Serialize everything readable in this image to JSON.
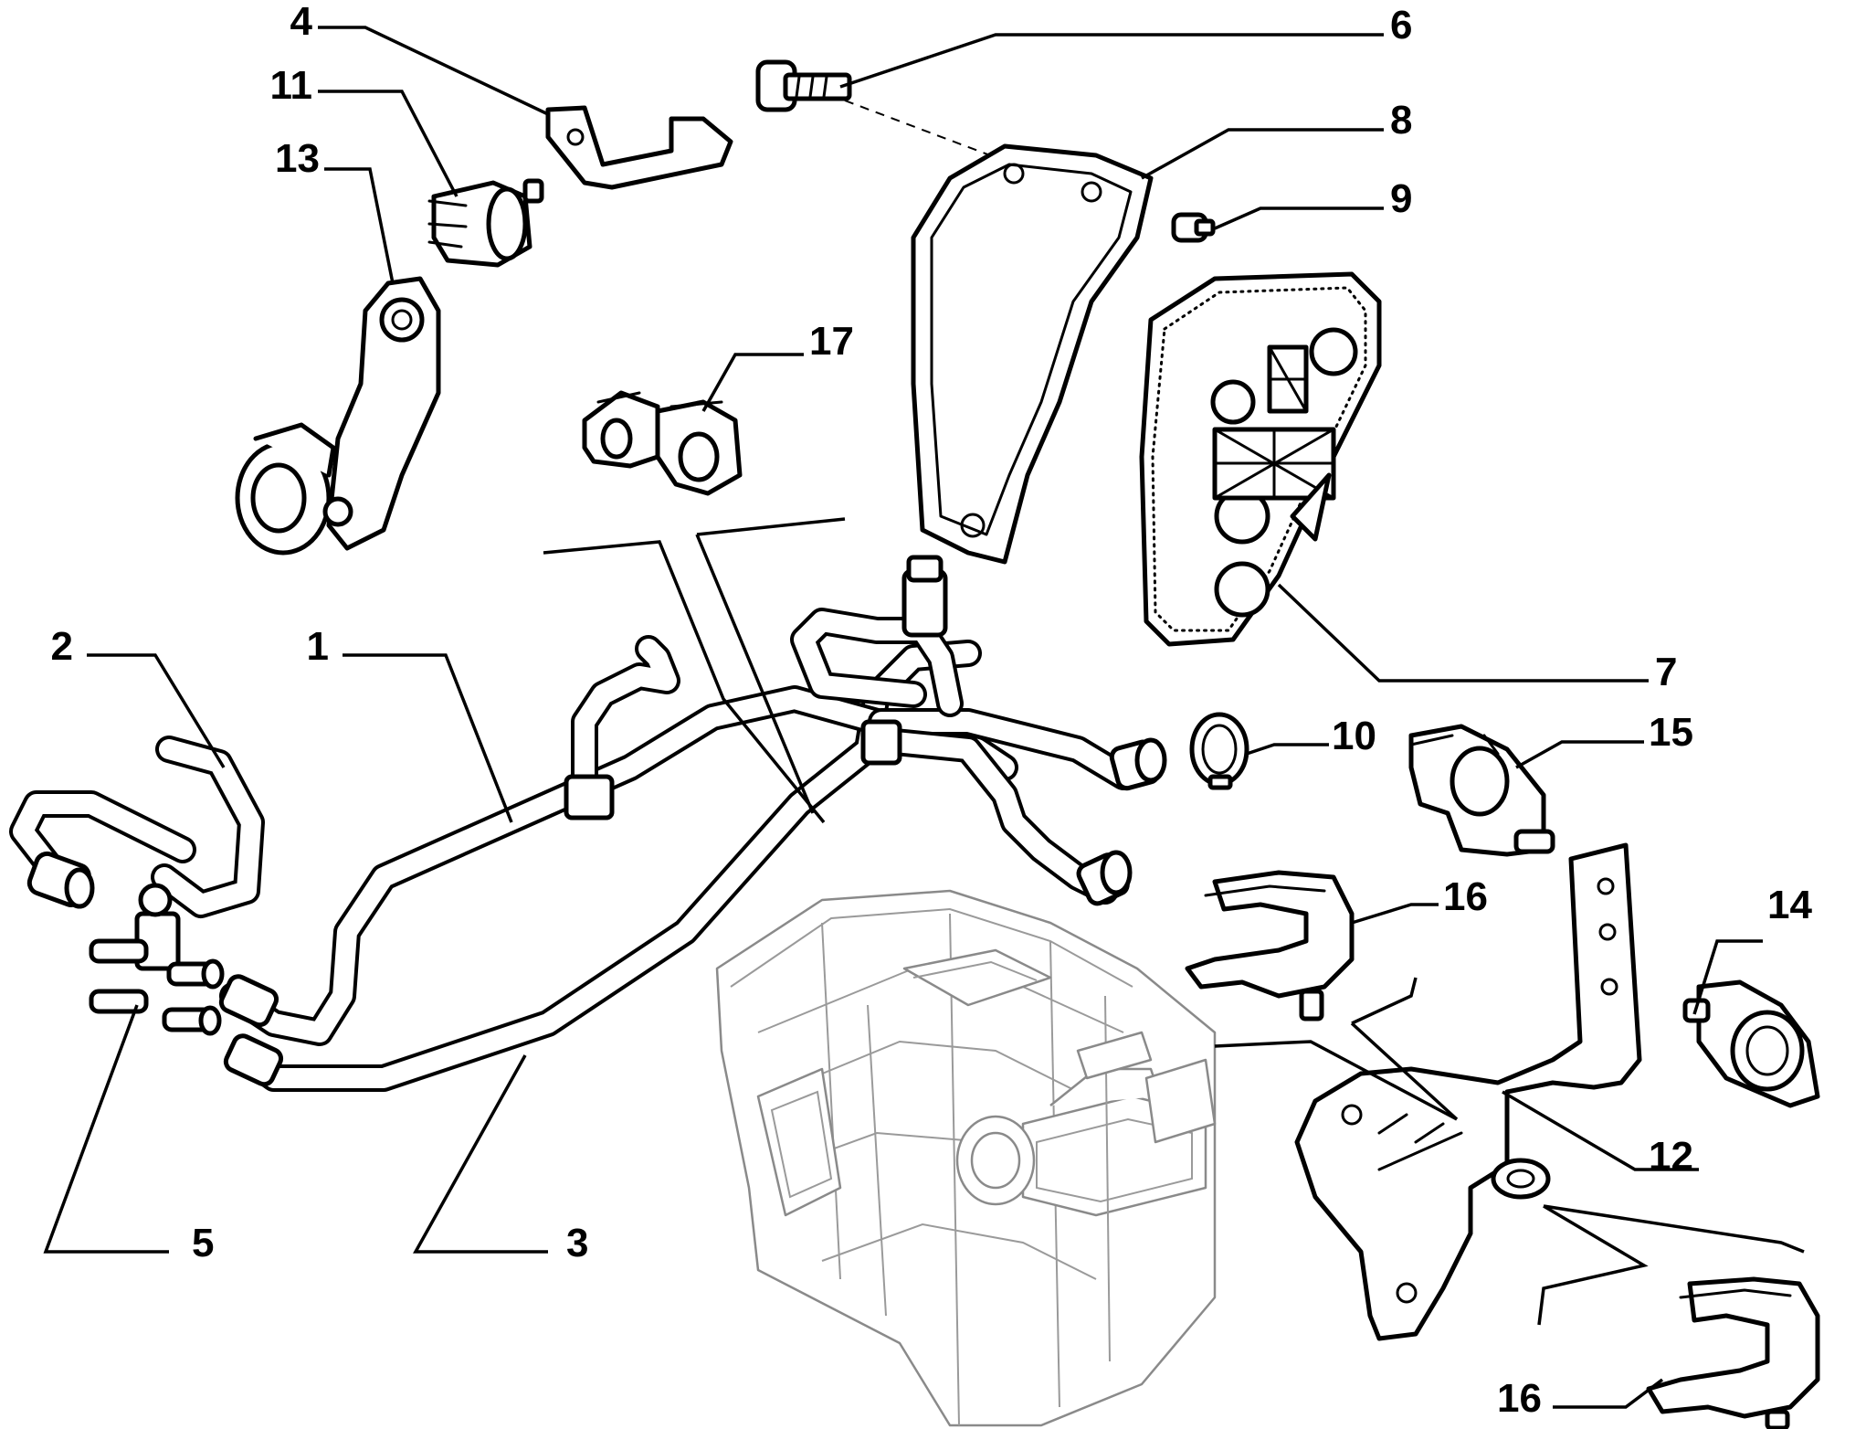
{
  "diagram": {
    "callouts": [
      {
        "id": "c4",
        "text": "4"
      },
      {
        "id": "c6",
        "text": "6"
      },
      {
        "id": "c11",
        "text": "11"
      },
      {
        "id": "c8",
        "text": "8"
      },
      {
        "id": "c13",
        "text": "13"
      },
      {
        "id": "c9",
        "text": "9"
      },
      {
        "id": "c17",
        "text": "17"
      },
      {
        "id": "c2",
        "text": "2"
      },
      {
        "id": "c1",
        "text": "1"
      },
      {
        "id": "c7",
        "text": "7"
      },
      {
        "id": "c10",
        "text": "10"
      },
      {
        "id": "c15",
        "text": "15"
      },
      {
        "id": "c16a",
        "text": "16"
      },
      {
        "id": "c14",
        "text": "14"
      },
      {
        "id": "c12",
        "text": "12"
      },
      {
        "id": "c5",
        "text": "5"
      },
      {
        "id": "c3",
        "text": "3"
      },
      {
        "id": "c16b",
        "text": "16"
      }
    ]
  }
}
